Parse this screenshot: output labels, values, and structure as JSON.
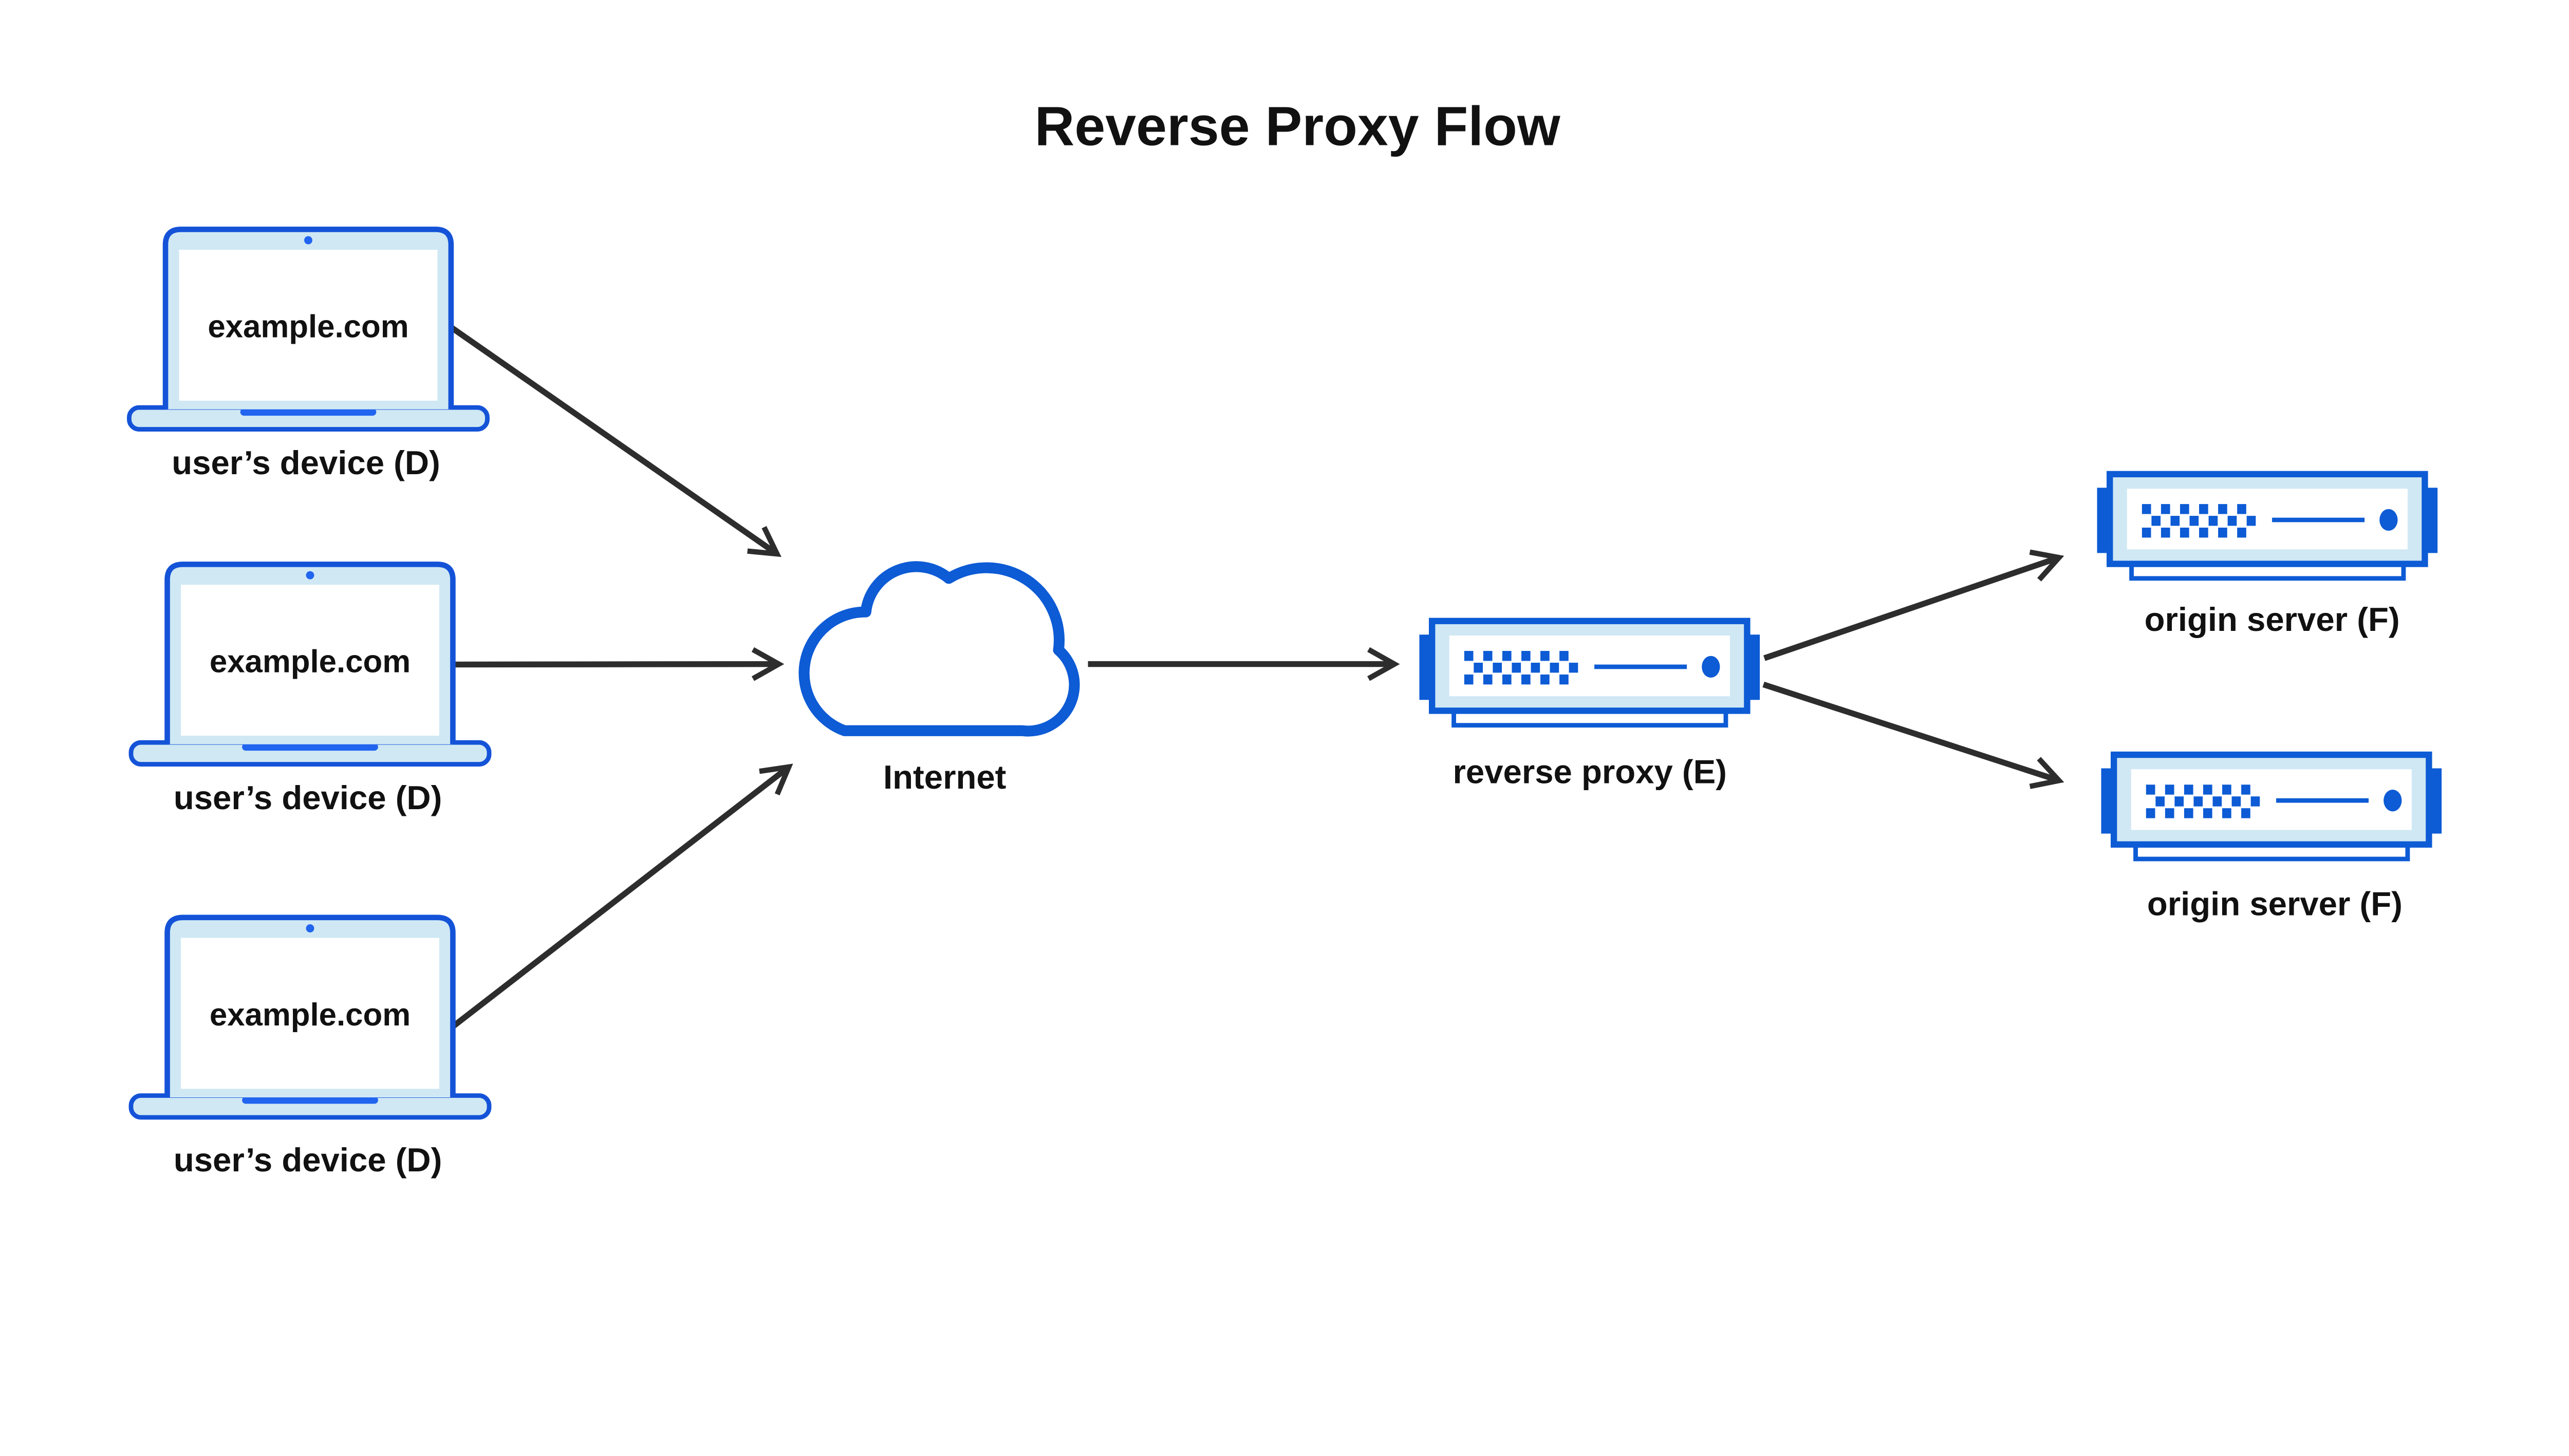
{
  "title": "Reverse Proxy Flow",
  "devices": [
    {
      "screen_text": "example.com",
      "label": "user’s device (D)"
    },
    {
      "screen_text": "example.com",
      "label": "user’s device (D)"
    },
    {
      "screen_text": "example.com",
      "label": "user’s device (D)"
    }
  ],
  "internet": {
    "label": "Internet"
  },
  "reverse_proxy": {
    "label": "reverse proxy (E)"
  },
  "origin_servers": [
    {
      "label": "origin server (F)"
    },
    {
      "label": "origin server (F)"
    }
  ],
  "edges": [
    {
      "from": "user-device-1",
      "to": "internet"
    },
    {
      "from": "user-device-2",
      "to": "internet"
    },
    {
      "from": "user-device-3",
      "to": "internet"
    },
    {
      "from": "internet",
      "to": "reverse-proxy"
    },
    {
      "from": "reverse-proxy",
      "to": "origin-server-1"
    },
    {
      "from": "reverse-proxy",
      "to": "origin-server-2"
    }
  ],
  "icons": {
    "device": "laptop-icon",
    "internet": "cloud-icon",
    "reverse_proxy": "server-icon",
    "origin_server": "server-icon",
    "connector": "arrowhead-icon"
  },
  "colors": {
    "primary_blue": "#0d5bd5",
    "laptop_blue": "#1453d8",
    "accent_blue": "#2064ef",
    "light_blue": "#cfe8f4",
    "arrow_color": "#2d2d2d",
    "text_color": "#111111",
    "background": "#ffffff"
  }
}
